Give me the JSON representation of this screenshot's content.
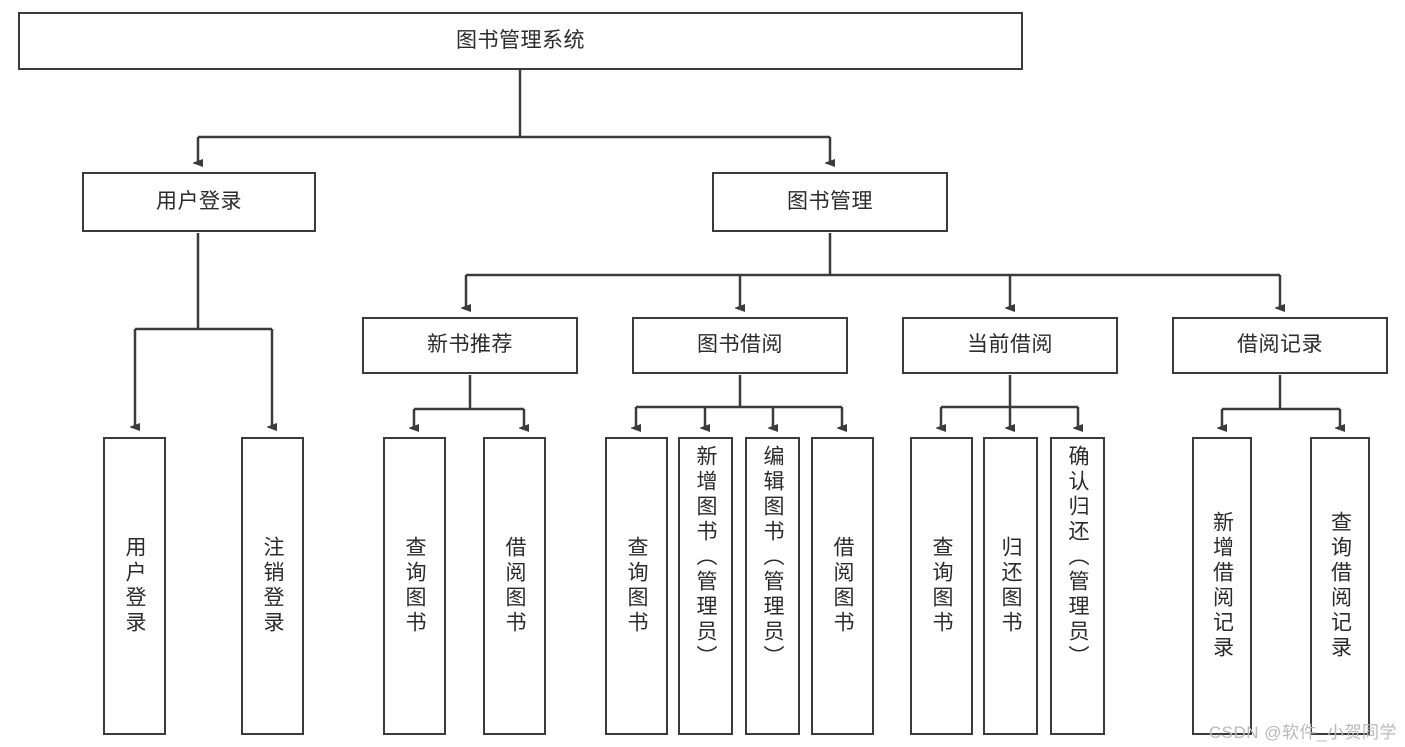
{
  "diagram": {
    "title": "图书管理系统",
    "type": "tree-hierarchy",
    "background_color": "#ffffff",
    "line_color": "#3b3b3b",
    "box_fill": "#ffffff",
    "text_color": "#2b2b2b"
  },
  "root": {
    "label": "图书管理系统"
  },
  "level2": [
    {
      "label": "用户登录"
    },
    {
      "label": "图书管理"
    }
  ],
  "level3": [
    {
      "label": "新书推荐"
    },
    {
      "label": "图书借阅"
    },
    {
      "label": "当前借阅"
    },
    {
      "label": "借阅记录"
    }
  ],
  "leaves": {
    "user_login": [
      {
        "label": "用户登录"
      },
      {
        "label": "注销登录"
      }
    ],
    "new_book": [
      {
        "label": "查询图书"
      },
      {
        "label": "借阅图书"
      }
    ],
    "book_borrow": [
      {
        "label": "查询图书"
      },
      {
        "label": "新增图书（管理员）"
      },
      {
        "label": "编辑图书（管理员）"
      },
      {
        "label": "借阅图书"
      }
    ],
    "current_borrow": [
      {
        "label": "查询图书"
      },
      {
        "label": "归还图书"
      },
      {
        "label": "确认归还（管理员）"
      }
    ],
    "borrow_record": [
      {
        "label": "新增借阅记录"
      },
      {
        "label": "查询借阅记录"
      }
    ]
  },
  "watermark": {
    "text": "CSDN @软件_小贺同学"
  }
}
